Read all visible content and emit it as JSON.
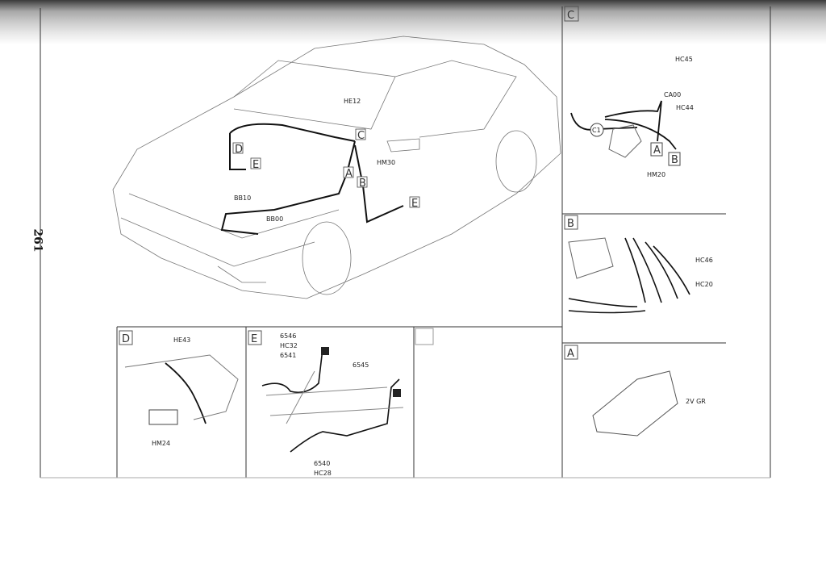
{
  "page_number": "261",
  "main_view": {
    "labels": [
      "HE12",
      "HM30",
      "BB10",
      "BB00"
    ],
    "boxes": [
      "D",
      "E",
      "C",
      "A",
      "B",
      "E"
    ]
  },
  "panel_c": {
    "tag": "C",
    "labels": [
      "HC45",
      "CA00",
      "HC44",
      "C1",
      "HM20"
    ],
    "boxes": [
      "A",
      "B"
    ]
  },
  "panel_b": {
    "tag": "B",
    "labels": [
      "HC46",
      "HC20"
    ]
  },
  "panel_a": {
    "tag": "A",
    "labels": [
      "2V GR"
    ]
  },
  "panel_d": {
    "tag": "D",
    "labels": [
      "HE43",
      "HM24"
    ]
  },
  "panel_e": {
    "tag": "E",
    "labels": [
      "6546",
      "HC32",
      "6541",
      "6545",
      "6540",
      "HC28"
    ]
  }
}
